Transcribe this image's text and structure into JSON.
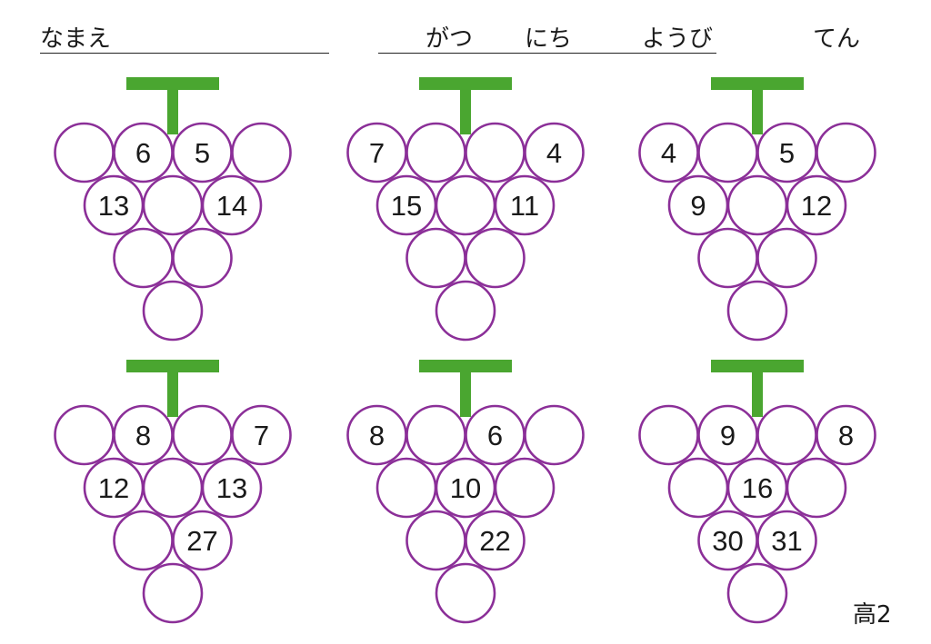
{
  "header": {
    "name_label": "なまえ",
    "month_label": "がつ",
    "day_label": "にち",
    "weekday_label": "ようび",
    "score_label": "てん"
  },
  "footer": {
    "level_label": "高2"
  },
  "colors": {
    "stem": "#4aa630",
    "grape_outline": "#8b2f98",
    "text": "#1a1a1a"
  },
  "puzzles": [
    {
      "rows": [
        [
          "",
          "6",
          "5",
          ""
        ],
        [
          "13",
          "",
          "14"
        ],
        [
          "",
          ""
        ],
        [
          ""
        ]
      ]
    },
    {
      "rows": [
        [
          "7",
          "",
          "",
          "4"
        ],
        [
          "15",
          "",
          "11"
        ],
        [
          "",
          ""
        ],
        [
          ""
        ]
      ]
    },
    {
      "rows": [
        [
          "4",
          "",
          "5",
          ""
        ],
        [
          "9",
          "",
          "12"
        ],
        [
          "",
          ""
        ],
        [
          ""
        ]
      ]
    },
    {
      "rows": [
        [
          "",
          "8",
          "",
          "7"
        ],
        [
          "12",
          "",
          "13"
        ],
        [
          "",
          "27"
        ],
        [
          ""
        ]
      ]
    },
    {
      "rows": [
        [
          "8",
          "",
          "6",
          ""
        ],
        [
          "",
          "10",
          ""
        ],
        [
          "",
          "22"
        ],
        [
          ""
        ]
      ]
    },
    {
      "rows": [
        [
          "",
          "9",
          "",
          "8"
        ],
        [
          "",
          "16",
          ""
        ],
        [
          "30",
          "31"
        ],
        [
          ""
        ]
      ]
    }
  ]
}
